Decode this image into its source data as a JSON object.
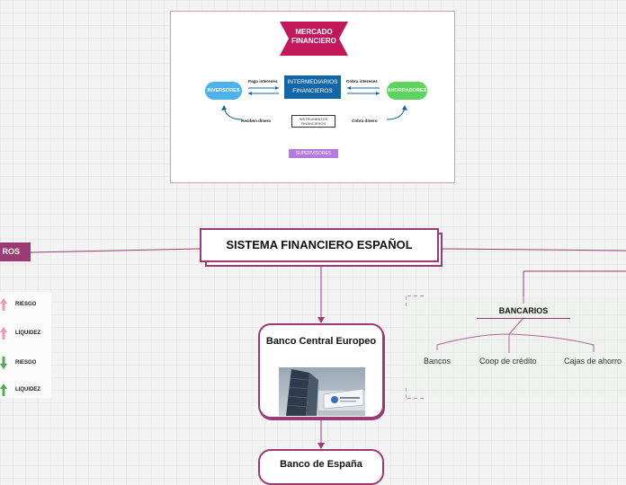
{
  "top_image": {
    "mercado": "MERCADO\nFINANCIERO",
    "inversores": "INVERSORES",
    "intermediarios": "INTERMEDIARIOS\nFINANCIEROS",
    "ahorradores": "AHORRADORES",
    "paga_intereses": "Paga intereses",
    "cobra_intereses": "Cobra intereses",
    "reciben_dinero": "Reciben dinero",
    "cobra_dinero": "Cobra dinero",
    "instrumentos": "INSTRUMENTOS\nFINANCIEROS",
    "supervisores": "SUPERVISORES"
  },
  "main_title": "SISTEMA FINANCIERO ESPAÑOL",
  "left_tag": "ROS",
  "left_panel": {
    "items": [
      "RIESGO",
      "LIQUIDEZ",
      "RIESGO",
      "LIQUIDEZ"
    ]
  },
  "bce": {
    "title": "Banco Central Europeo"
  },
  "bde": {
    "title": "Banco de España"
  },
  "bancarios": {
    "title": "BANCARIOS",
    "children": [
      "Bancos",
      "Coop de crédito",
      "Cajas de ahorro"
    ]
  },
  "colors": {
    "accent": "#9c3a74",
    "mercado": "#c2185b",
    "intermediarios": "#1466a6",
    "inversores": "#4db3ea",
    "ahorradores": "#5fd35f",
    "supervisores": "#b57be0",
    "up_arrow": "#f29aa8",
    "down_arrow": "#4caf50"
  }
}
